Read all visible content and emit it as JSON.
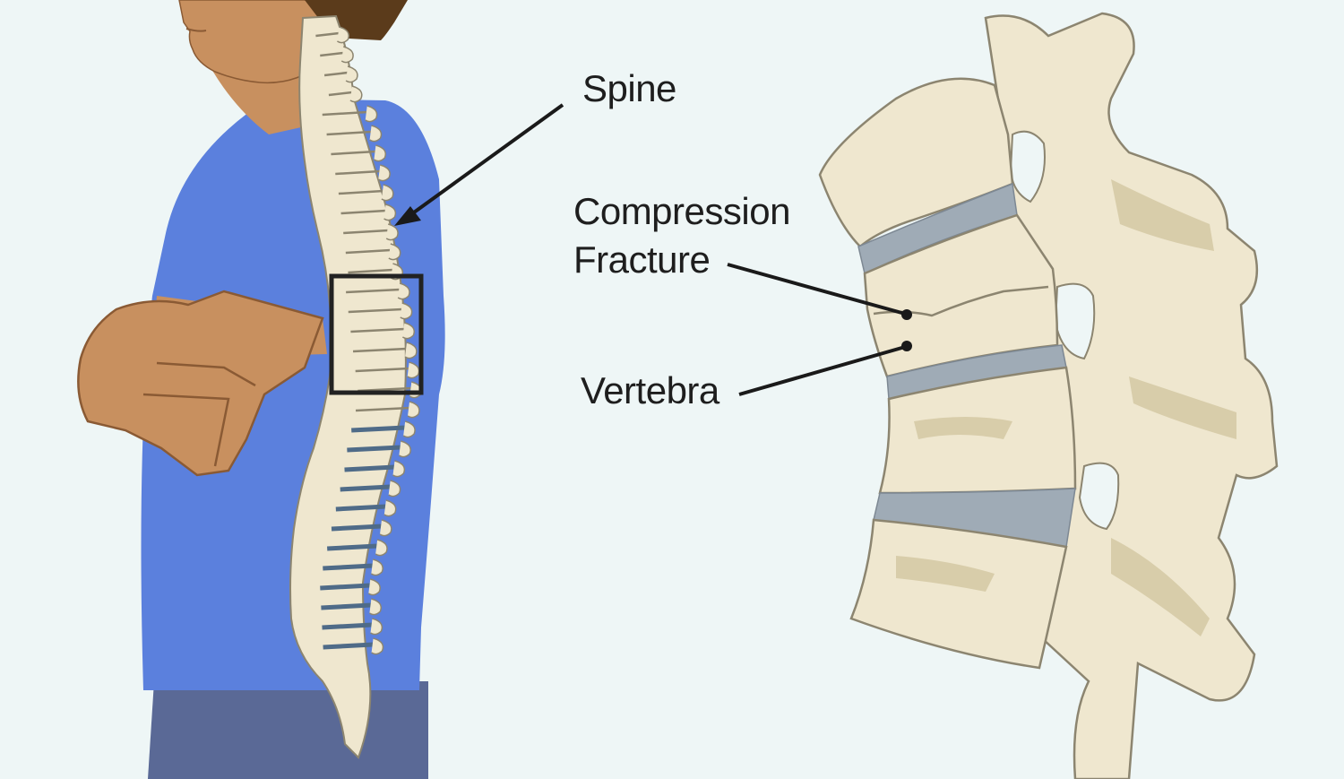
{
  "diagram": {
    "labels": {
      "spine": "Spine",
      "compression_fracture_line1": "Compression",
      "compression_fracture_line2": "Fracture",
      "vertebra": "Vertebra"
    },
    "colors": {
      "background": "#eef6f6",
      "skin": "#c8905f",
      "skin_outline": "#8a5a34",
      "shirt": "#5b80dd",
      "pants": "#5a6996",
      "hair": "#5b3b1b",
      "bone": "#efe7cf",
      "bone_shadow": "#d8cdaa",
      "bone_outline": "#8c8570",
      "disc": "#9fabb6",
      "pointer_line": "#1a1a1a",
      "highlight_box": "#222222"
    }
  }
}
